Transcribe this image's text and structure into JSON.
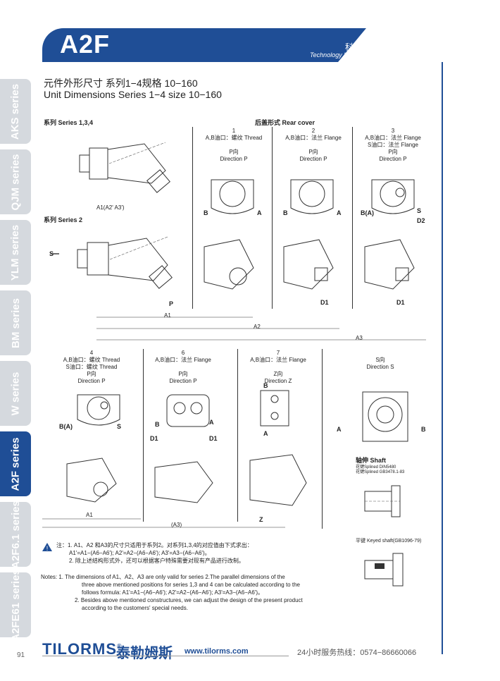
{
  "sidebar": {
    "tabs": [
      {
        "label": "AKS series",
        "active": false
      },
      {
        "label": "QJM series",
        "active": false
      },
      {
        "label": "YLM series",
        "active": false
      },
      {
        "label": "BM series",
        "active": false
      },
      {
        "label": "W series",
        "active": false
      },
      {
        "label": "A2F series",
        "active": true
      },
      {
        "label": "A2F6.1 series",
        "active": false
      },
      {
        "label": "A2FE61 series",
        "active": false
      }
    ]
  },
  "header": {
    "title": "A2F",
    "slogan_cn": "科技带来强劲动力！",
    "slogan_en": "Technology brings a strong driving force!"
  },
  "heading": {
    "cn": "元件外形尺寸 系列1−4规格 10−160",
    "en": "Unit Dimensions Series 1−4 size 10−160"
  },
  "drawings": {
    "series_134": "系列 Series 1,3,4",
    "series_2": "系列 Series 2",
    "rear_cover": "后盖形式 Rear cover",
    "covers": [
      {
        "num": "1",
        "line1": "A,B油口：螺纹 Thread",
        "line2": "",
        "dir": "P向",
        "dir_en": "Direction P"
      },
      {
        "num": "2",
        "line1": "A,B油口：法兰 Flange",
        "line2": "",
        "dir": "P向",
        "dir_en": "Direction P"
      },
      {
        "num": "3",
        "line1": "A,B油口：法兰 Flange",
        "line2": "S油口：法兰 Flange",
        "dir": "P向",
        "dir_en": "Direction P"
      }
    ],
    "covers_row2": [
      {
        "num": "4",
        "line1": "A,B油口：螺纹 Thread",
        "line2": "S油口：螺纹 Thread",
        "dir": "P向",
        "dir_en": "Direction P"
      },
      {
        "num": "6",
        "line1": "A,B油口：法兰 Flange",
        "line2": "",
        "dir": "P向",
        "dir_en": "Direction P"
      },
      {
        "num": "7",
        "line1": "A,B油口：法兰 Flange",
        "line2": "",
        "dir": "Z向",
        "dir_en": "Direction Z"
      }
    ],
    "direction_s": "S向",
    "direction_s_en": "Direction S",
    "shaft_title": "轴伸 Shaft",
    "shaft_spline1": "花键Splined DIN5480",
    "shaft_spline2": "花键Splined GB3478.1-83",
    "keyed_shaft": "平键 Keyed shaft(GB1096-79)",
    "dims": {
      "A1": "A1",
      "A2": "A2",
      "A3": "A3",
      "A3p": "(A3)",
      "A1_paren": "A1(A2' A3')",
      "D1": "D1",
      "P": "P",
      "S": "S",
      "Z": "Z",
      "A": "A",
      "B": "B",
      "BA": "B(A)",
      "D2": "D2"
    }
  },
  "notes": {
    "cn_label": "注：",
    "cn_1": "1. A1、A2 和A3的尺寸只适用于系列2。对系列1,3,4的对应值由下式求出：",
    "cn_1b": "A1'=A1−(A6−A6'); A2'=A2−(A6−A6'); A3'=A3−(A6−A6')。",
    "cn_2": "2. 除上述结构形式外，还可以根据客户特殊需要对现有产品进行改制。",
    "en_label": "Notes:",
    "en_1": "1. The dimensions of A1、A2、A3 are only valid for series 2.The parallel dimensions of the",
    "en_1b": "three above mentioned positions for series 1,3 and 4 can be calculated according to the",
    "en_1c": "follows formula: A1'=A1−(A6−A6'); A2'=A2−(A6−A6'); A3'=A3−(A6−A6')。",
    "en_2": "2. Besides above mentioned constructures, we can adjust the design of the present product",
    "en_2b": "according to the customers' special needs."
  },
  "footer": {
    "page": "91",
    "brand": "TILORMS",
    "brand_mark": "®",
    "brand_cn": "泰勒姆斯",
    "url": "www.tilorms.com",
    "hotline": "24小时服务热线：0574−86660066"
  },
  "colors": {
    "brand_blue": "#1f4e96",
    "tab_gray": "#d5d9de"
  }
}
